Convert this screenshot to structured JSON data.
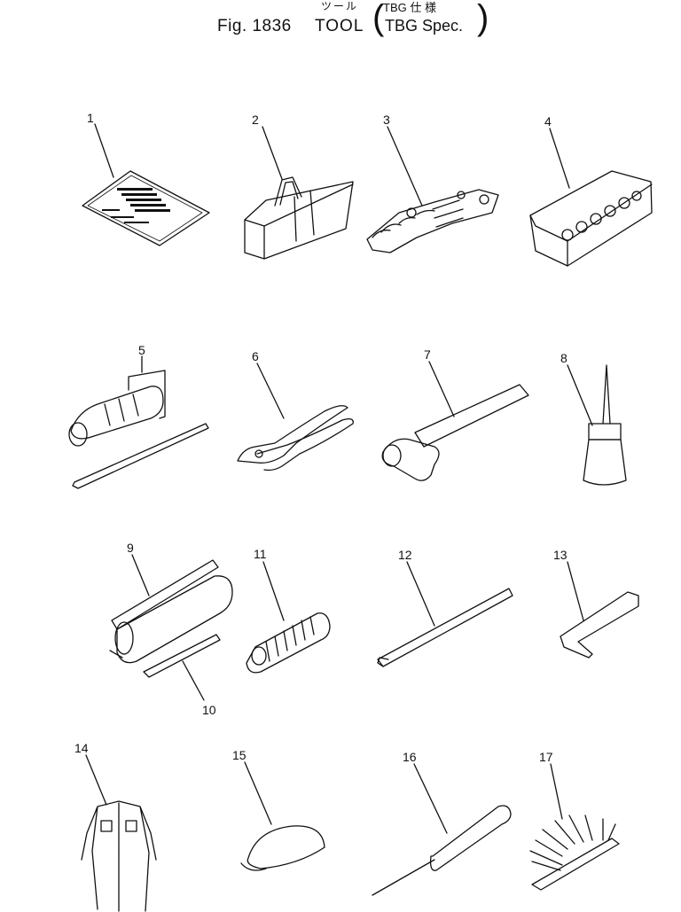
{
  "title": {
    "fig": "Fig. 1836",
    "name": "TOOL",
    "name_kana": "ツール",
    "spec_jp": "TBG 仕 様",
    "spec_en": "TBG Spec."
  },
  "callouts": [
    "1",
    "2",
    "3",
    "4",
    "5",
    "6",
    "7",
    "8",
    "9",
    "10",
    "11",
    "12",
    "13",
    "14",
    "15",
    "16",
    "17"
  ],
  "parts": [
    {
      "no": "1",
      "icon": "manual-icon"
    },
    {
      "no": "2",
      "icon": "tool-bag-icon"
    },
    {
      "no": "3",
      "icon": "wrench-set-icon"
    },
    {
      "no": "4",
      "icon": "socket-set-icon"
    },
    {
      "no": "5",
      "icon": "screwdriver-icon"
    },
    {
      "no": "6",
      "icon": "pliers-icon"
    },
    {
      "no": "7",
      "icon": "hammer-icon"
    },
    {
      "no": "8",
      "icon": "oil-can-icon"
    },
    {
      "no": "9",
      "icon": "grease-gun-icon"
    },
    {
      "no": "10",
      "icon": "nozzle-icon"
    },
    {
      "no": "11",
      "icon": "grease-cartridge-icon"
    },
    {
      "no": "12",
      "icon": "bar-icon"
    },
    {
      "no": "13",
      "icon": "hex-wrench-icon"
    },
    {
      "no": "14",
      "icon": "coverall-icon"
    },
    {
      "no": "15",
      "icon": "cap-icon"
    },
    {
      "no": "16",
      "icon": "small-screwdriver-icon"
    },
    {
      "no": "17",
      "icon": "feeler-gauge-icon"
    }
  ],
  "colors": {
    "ink": "#111111",
    "paper": "#ffffff"
  }
}
